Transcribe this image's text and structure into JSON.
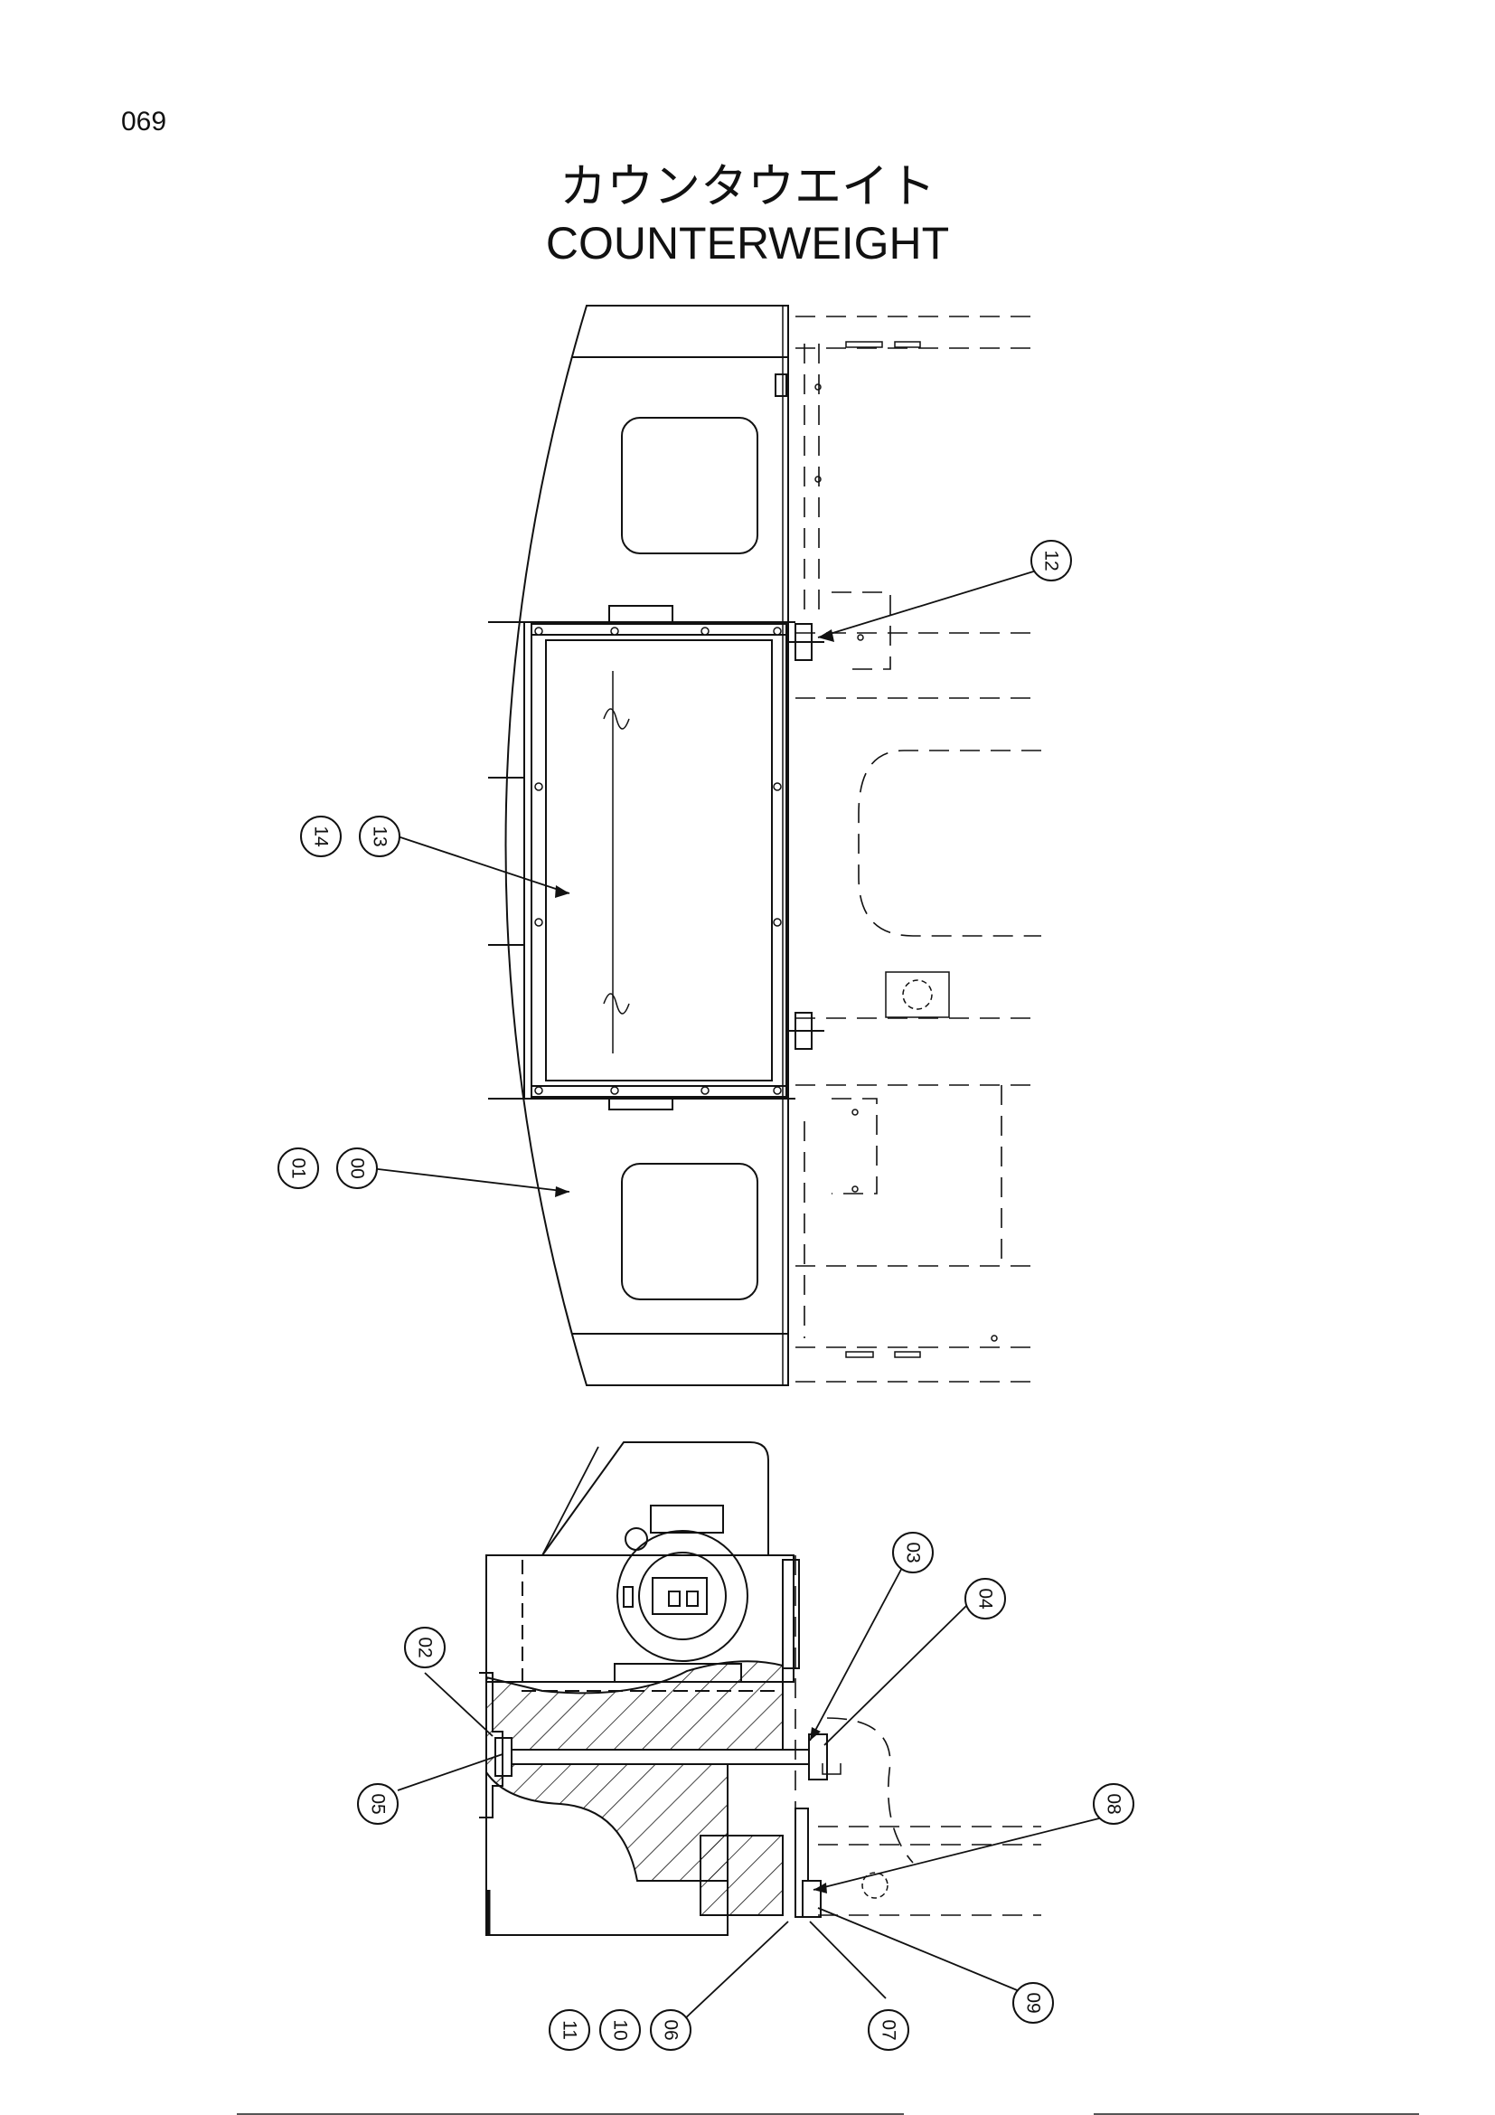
{
  "page": {
    "number": "069"
  },
  "title": {
    "japanese": "カウンタウエイト",
    "english": "COUNTERWEIGHT"
  },
  "callouts": [
    {
      "id": "c12",
      "label": "12"
    },
    {
      "id": "c14",
      "label": "14"
    },
    {
      "id": "c13",
      "label": "13"
    },
    {
      "id": "c01",
      "label": "01"
    },
    {
      "id": "c00",
      "label": "00"
    },
    {
      "id": "c03",
      "label": "03"
    },
    {
      "id": "c04",
      "label": "04"
    },
    {
      "id": "c02",
      "label": "02"
    },
    {
      "id": "c05",
      "label": "05"
    },
    {
      "id": "c08",
      "label": "08"
    },
    {
      "id": "c09",
      "label": "09"
    },
    {
      "id": "c11",
      "label": "11"
    },
    {
      "id": "c10",
      "label": "10"
    },
    {
      "id": "c06",
      "label": "06"
    },
    {
      "id": "c07",
      "label": "07"
    }
  ],
  "colors": {
    "ink": "#111111",
    "background": "#ffffff"
  }
}
